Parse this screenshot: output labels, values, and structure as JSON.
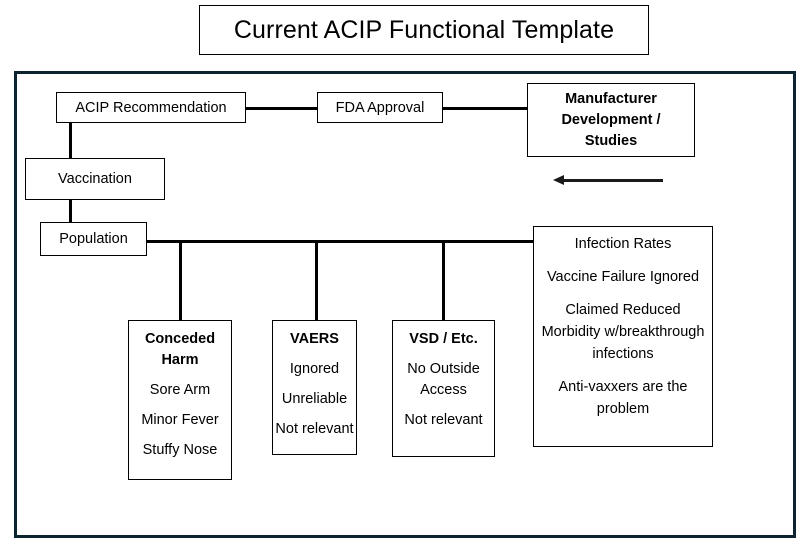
{
  "title": {
    "text": "Current ACIP Functional Template"
  },
  "colors": {
    "frame_border": "#0d2530",
    "node_border": "#000000",
    "connector": "#000000",
    "background": "#ffffff",
    "text": "#000000"
  },
  "nodes": {
    "acip": {
      "label": "ACIP Recommendation"
    },
    "fda": {
      "label": "FDA Approval"
    },
    "manufacturer": {
      "lines": [
        "Manufacturer",
        "Development /",
        "Studies"
      ]
    },
    "vaccination": {
      "label": "Vaccination"
    },
    "population": {
      "label": "Population"
    },
    "conceded_harm": {
      "heading": [
        "Conceded",
        "Harm"
      ],
      "items": [
        "Sore Arm",
        "Minor Fever",
        "Stuffy Nose"
      ]
    },
    "vaers": {
      "heading": [
        "VAERS"
      ],
      "items": [
        "Ignored",
        "Unreliable",
        "Not relevant"
      ]
    },
    "vsd": {
      "heading": [
        "VSD / Etc."
      ],
      "items": [
        "No Outside",
        "Access",
        "Not relevant"
      ]
    },
    "infection": {
      "paragraphs": [
        "Infection Rates",
        "Vaccine Failure Ignored",
        "Claimed Reduced Morbidity w/breakthrough infections",
        "Anti-vaxxers are the problem"
      ]
    }
  },
  "arrow": {
    "name": "feedback-arrow-left",
    "direction": "left"
  }
}
